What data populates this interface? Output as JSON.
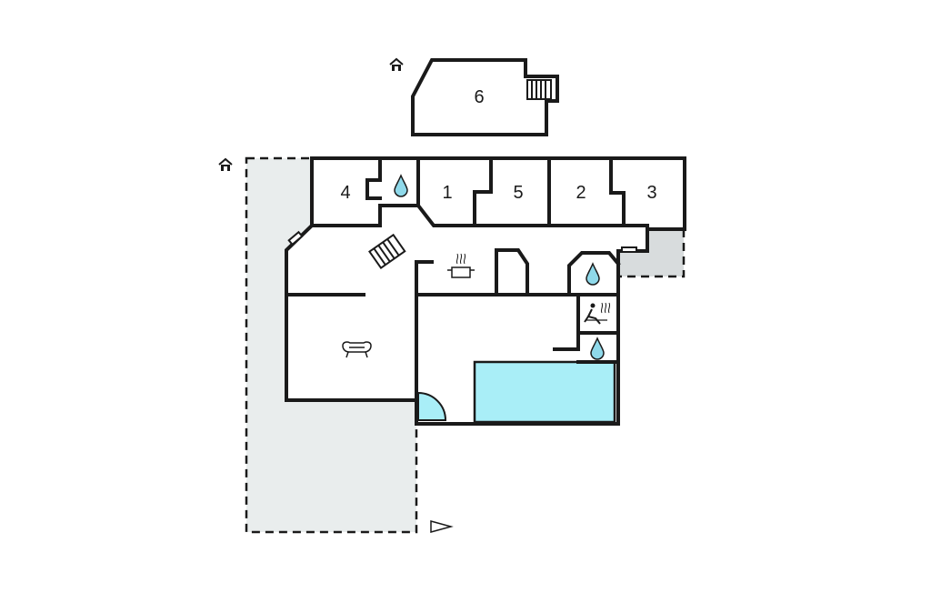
{
  "floor_plan": {
    "rooms": [
      {
        "id": "room-6",
        "label": "6"
      },
      {
        "id": "room-4",
        "label": "4"
      },
      {
        "id": "room-1",
        "label": "1"
      },
      {
        "id": "room-5",
        "label": "5"
      },
      {
        "id": "room-2",
        "label": "2"
      },
      {
        "id": "room-3",
        "label": "3"
      }
    ],
    "colors": {
      "wall": "#1a1a1a",
      "outdoor_area": "#e9eded",
      "terrace": "#d8dcdd",
      "pool": "#a9eef7",
      "water_drop": "#8fd9ea"
    },
    "icons": [
      "house-icon",
      "water-drop-icon",
      "stove-icon",
      "sofa-icon",
      "sauna-icon",
      "stairs-icon",
      "compass-arrow-icon"
    ]
  }
}
